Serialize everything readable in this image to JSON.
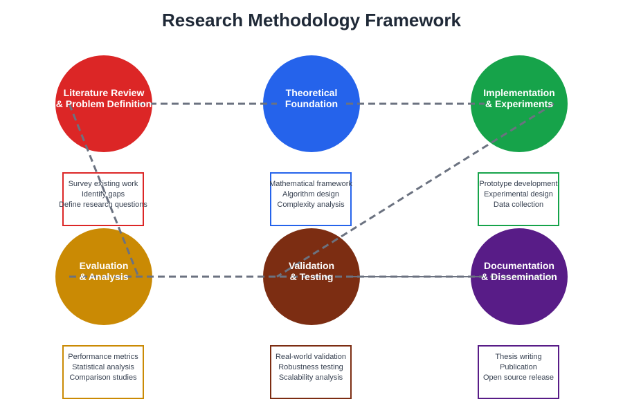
{
  "title": "Research Methodology Framework",
  "stages": [
    {
      "label": "Literature Review\n& Problem Definition",
      "color": "#dc2626",
      "items": [
        "Survey existing work",
        "Identify gaps",
        "Define research questions"
      ]
    },
    {
      "label": "Theoretical\nFoundation",
      "color": "#2563eb",
      "items": [
        "Mathematical framework",
        "Algorithm design",
        "Complexity analysis"
      ]
    },
    {
      "label": "Implementation\n& Experiments",
      "color": "#16a34a",
      "items": [
        "Prototype development",
        "Experimental design",
        "Data collection"
      ]
    },
    {
      "label": "Evaluation\n& Analysis",
      "color": "#ca8a04",
      "items": [
        "Performance metrics",
        "Statistical analysis",
        "Comparison studies"
      ]
    },
    {
      "label": "Validation\n& Testing",
      "color": "#7c2d12",
      "items": [
        "Real-world validation",
        "Robustness testing",
        "Scalability analysis"
      ]
    },
    {
      "label": "Documentation\n& Dissemination",
      "color": "#581c87",
      "items": [
        "Thesis writing",
        "Publication",
        "Open source release"
      ]
    }
  ],
  "connector_color": "#6b7280"
}
